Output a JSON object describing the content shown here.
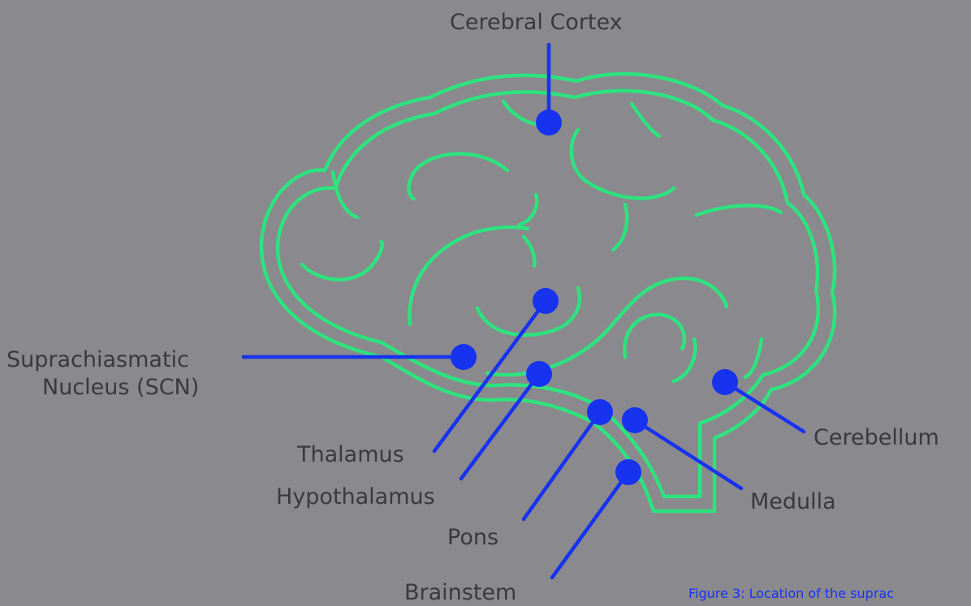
{
  "labels": {
    "cortex": "Cerebral Cortex",
    "scn_line1": "Suprachiasmatic",
    "scn_line2": "Nucleus (SCN)",
    "thalamus": "Thalamus",
    "hypothalamus": "Hypothalamus",
    "pons": "Pons",
    "brainstem": "Brainstem",
    "medulla": "Medulla",
    "cerebellum": "Cerebellum"
  },
  "caption": "Figure 3: Location of the suprac",
  "colors": {
    "background": "#8a898e",
    "outline": "#2de37e",
    "pointer": "#1733f0",
    "label": "#3a393c"
  }
}
